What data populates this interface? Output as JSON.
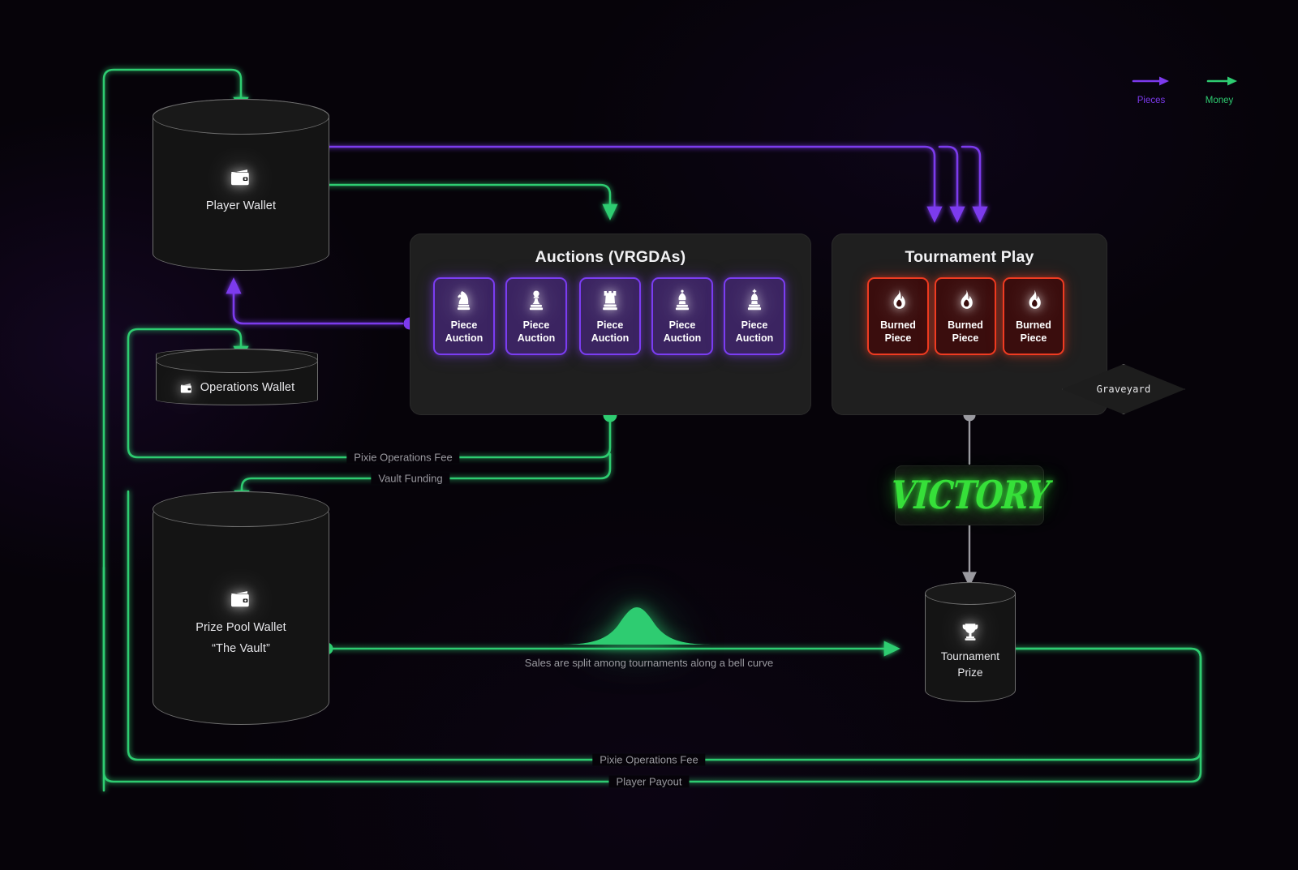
{
  "legend": {
    "items": [
      {
        "label": "Pieces",
        "color": "#7c3aed"
      },
      {
        "label": "Money",
        "color": "#2ecc71"
      }
    ]
  },
  "nodes": {
    "player_wallet": {
      "label": "Player Wallet",
      "icon": "wallet-icon"
    },
    "operations_wallet": {
      "label": "Operations Wallet",
      "icon": "wallet-icon"
    },
    "prize_pool_wallet": {
      "label": "Prize Pool Wallet",
      "sub_label": "“The Vault”",
      "icon": "wallet-icon"
    },
    "tournament_prize": {
      "label_line1": "Tournament",
      "label_line2": "Prize",
      "icon": "trophy-icon"
    },
    "graveyard": {
      "label": "Graveyard"
    },
    "victory": {
      "label": "VICTORY",
      "color": "#36e039"
    }
  },
  "auctions_panel": {
    "title": "Auctions (VRGDAs)",
    "cards": [
      {
        "line1": "Piece",
        "line2": "Auction",
        "icon": "chess-knight-icon"
      },
      {
        "line1": "Piece",
        "line2": "Auction",
        "icon": "chess-pawn-icon"
      },
      {
        "line1": "Piece",
        "line2": "Auction",
        "icon": "chess-rook-icon"
      },
      {
        "line1": "Piece",
        "line2": "Auction",
        "icon": "chess-bishop-icon"
      },
      {
        "line1": "Piece",
        "line2": "Auction",
        "icon": "chess-king-icon"
      }
    ]
  },
  "tournament_panel": {
    "title": "Tournament Play",
    "cards": [
      {
        "line1": "Burned",
        "line2": "Piece",
        "icon": "flame-icon"
      },
      {
        "line1": "Burned",
        "line2": "Piece",
        "icon": "flame-icon"
      },
      {
        "line1": "Burned",
        "line2": "Piece",
        "icon": "flame-icon"
      }
    ]
  },
  "edge_labels": {
    "ops_fee_mid": "Pixie Operations Fee",
    "vault_funding": "Vault Funding",
    "ops_fee_bottom": "Pixie Operations Fee",
    "player_payout": "Player Payout"
  },
  "captions": {
    "bell_curve": "Sales are split among tournaments along a bell curve"
  },
  "colors": {
    "pieces": "#7c3aed",
    "money": "#2ecc71",
    "burned": "#ef3b21",
    "victory": "#36e039",
    "neutral_edge": "#9a9aa0",
    "background": "#060309"
  }
}
